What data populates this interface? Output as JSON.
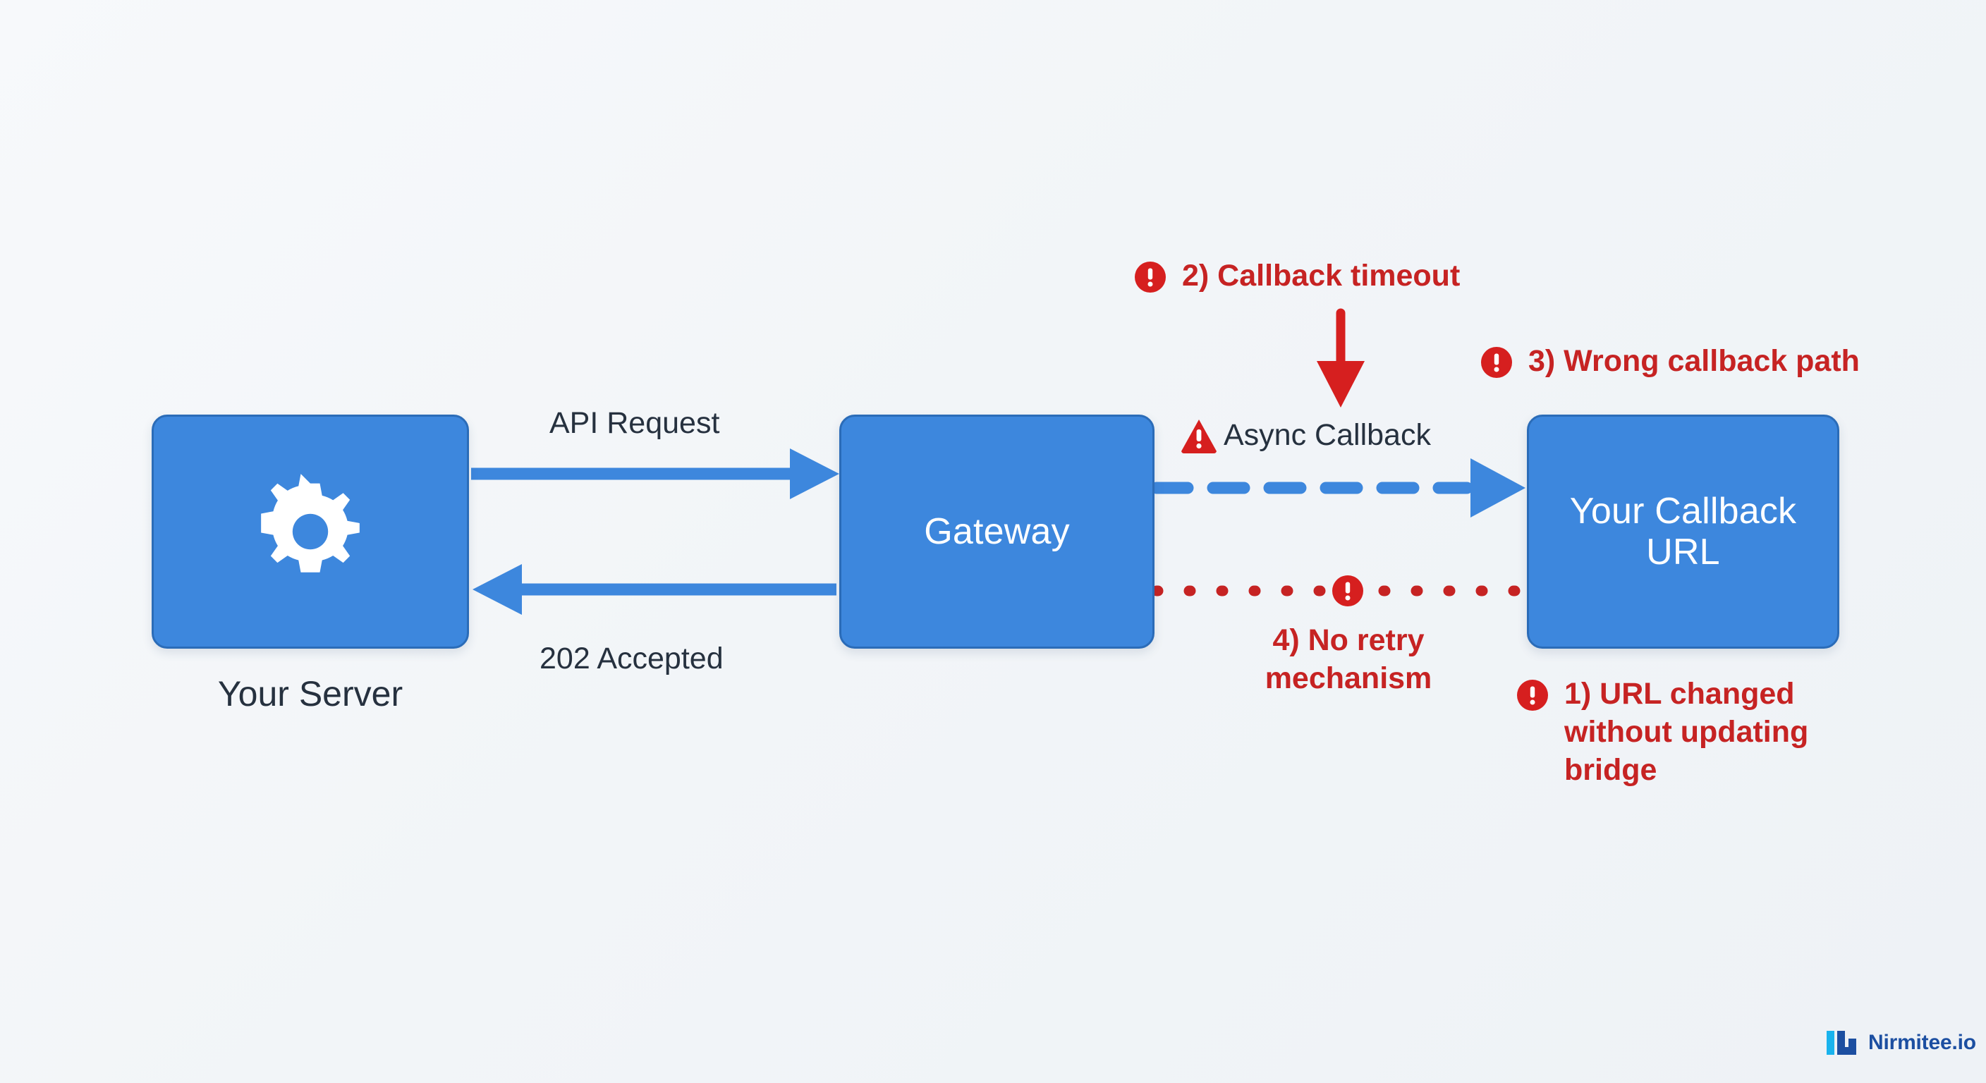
{
  "diagram": {
    "title": "Async callback failure points between Your Server, Gateway and Your Callback URL",
    "background_color": "#f4f7f9",
    "node_fill": "#3d87dd",
    "node_border": "#2b6cb8",
    "node_text_color": "#ffffff",
    "label_text_color": "#26313f",
    "error_color": "#c62323",
    "error_icon_color": "#d61f1f"
  },
  "nodes": [
    {
      "id": "server",
      "label": "",
      "caption": "Your Server",
      "icon": "gear-icon"
    },
    {
      "id": "gateway",
      "label": "Gateway",
      "caption": "",
      "icon": ""
    },
    {
      "id": "callback",
      "label": "Your Callback\nURL",
      "caption": "",
      "icon": ""
    }
  ],
  "edges": [
    {
      "id": "api-request",
      "label": "API Request",
      "style": "solid",
      "direction": "right",
      "color": "#3d87dd"
    },
    {
      "id": "accepted",
      "label": "202 Accepted",
      "style": "solid",
      "direction": "left",
      "color": "#3d87dd"
    },
    {
      "id": "async-callback",
      "label": "Async Callback",
      "style": "dashed",
      "direction": "right",
      "color": "#3d87dd",
      "icon": "warning-triangle-icon"
    },
    {
      "id": "no-retry",
      "label": "",
      "style": "dotted",
      "direction": "none",
      "color": "#c62323",
      "icon": "exclamation-circle-icon"
    }
  ],
  "annotations": [
    {
      "id": "annot-1",
      "text": "1) URL changed\nwithout updating\nbridge",
      "icon": "exclamation-circle-icon"
    },
    {
      "id": "annot-2",
      "text": "2) Callback timeout",
      "icon": "exclamation-circle-icon"
    },
    {
      "id": "annot-3",
      "text": "3) Wrong callback path",
      "icon": "exclamation-circle-icon"
    },
    {
      "id": "annot-4",
      "text": "4) No retry\nmechanism",
      "icon": "exclamation-circle-icon"
    }
  ],
  "brand": {
    "name": "Nirmitee.io",
    "mark_primary": "#1c4fa1",
    "mark_accent": "#19b3ed"
  }
}
